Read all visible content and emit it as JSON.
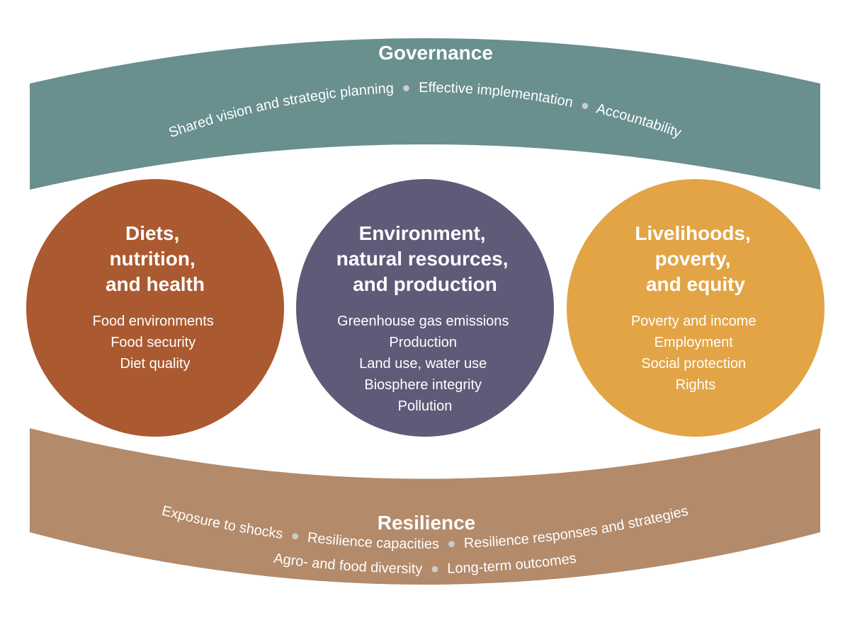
{
  "colors": {
    "governance": "#698f8f",
    "resilience": "#b38a6a",
    "diets": "#ab5930",
    "environment": "#605978",
    "livelihoods": "#e2a445",
    "separator_dot": "#c9cdcd"
  },
  "governance": {
    "title": "Governance",
    "items": [
      "Shared vision and strategic planning",
      "Effective implementation",
      "Accountability"
    ]
  },
  "circles": [
    {
      "title_lines": [
        "Diets,",
        "nutrition,",
        "and health"
      ],
      "items": [
        "Food environments",
        "Food security",
        "Diet quality"
      ]
    },
    {
      "title_lines": [
        "Environment,",
        "natural resources,",
        "and production"
      ],
      "items": [
        "Greenhouse gas emissions",
        "Production",
        "Land use, water use",
        "Biosphere integrity",
        "Pollution"
      ]
    },
    {
      "title_lines": [
        "Livelihoods,",
        "poverty,",
        "and equity"
      ],
      "items": [
        "Poverty and income",
        "Employment",
        "Social protection",
        "Rights"
      ]
    }
  ],
  "resilience": {
    "title": "Resilience",
    "row1": [
      "Exposure to shocks",
      "Resilience capacities",
      "Resilience responses and strategies"
    ],
    "row2": [
      "Agro- and food diversity",
      "Long-term outcomes"
    ]
  }
}
